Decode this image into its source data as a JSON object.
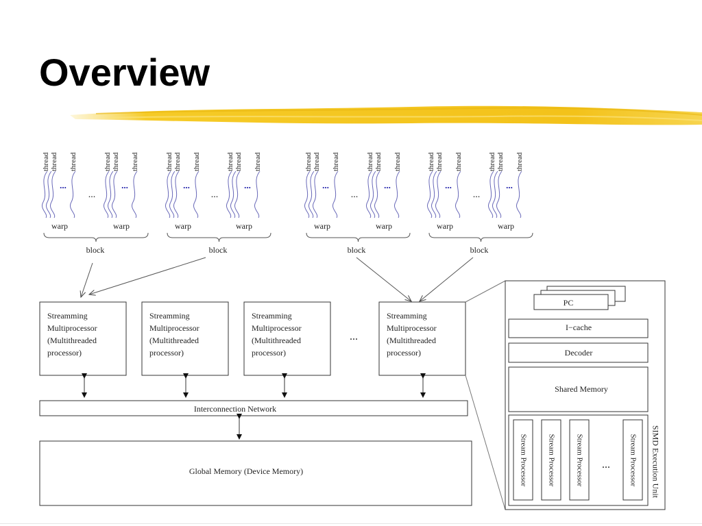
{
  "title": "Overview",
  "labels": {
    "thread": "thread",
    "warp": "warp",
    "block": "block",
    "ellipsis": "...",
    "sm_lines": [
      "Streamming",
      "Multiprocessor",
      "(Multithreaded",
      "processor)"
    ],
    "interconnect": "Interconnection Network",
    "global_memory": "Global Memory (Device Memory)",
    "pc": "PC",
    "icache": "I−cache",
    "decoder": "Decoder",
    "shared_memory": "Shared Memory",
    "stream_processor": "Stream Processor",
    "simd_unit": "SIMD Execution Unit"
  }
}
